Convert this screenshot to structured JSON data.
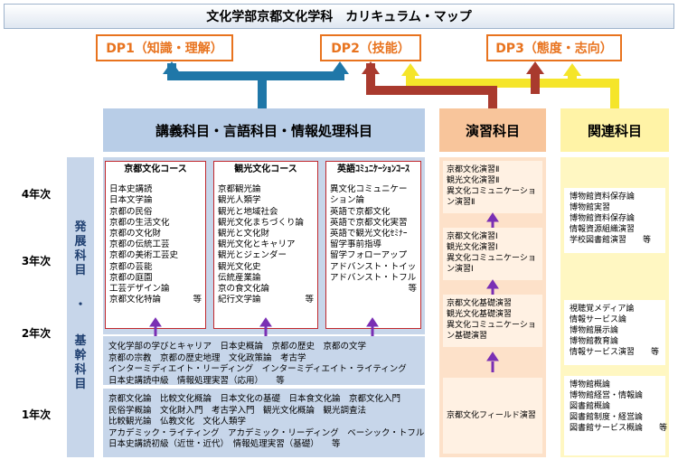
{
  "title": "文化学部京都文化学科　カリキュラム・マップ",
  "dp": [
    {
      "label": "DP1（知識・理解）"
    },
    {
      "label": "DP2（技能）"
    },
    {
      "label": "DP3（態度・志向）"
    }
  ],
  "categories": {
    "lecture": "講義科目・言語科目・情報処理科目",
    "exercise": "演習科目",
    "related": "関連科目"
  },
  "years": [
    "4年次",
    "3年次",
    "2年次",
    "1年次"
  ],
  "sidebar": {
    "upper": [
      "発",
      "展",
      "科",
      "目"
    ],
    "dot": "・",
    "lower": [
      "基",
      "幹",
      "科",
      "目"
    ]
  },
  "courses": [
    {
      "name": "京都文化コース",
      "items": [
        "日本史講読",
        "日本文学論",
        "京都の民俗",
        "京都の生活文化",
        "京都の文化財",
        "京都の伝統工芸",
        "京都の美術工芸史",
        "京都の芸能",
        "京都の庭園",
        "工芸デザイン論",
        "京都文化特論"
      ],
      "etc": "等"
    },
    {
      "name": "観光文化コース",
      "items": [
        "京都観光論",
        "観光人類学",
        "観光と地域社会",
        "観光文化まちづくり論",
        "観光と文化財",
        "観光文化とキャリア",
        "観光とジェンダー",
        "観光文化史",
        "伝統産業論",
        "京の食文化論",
        "紀行文学論"
      ],
      "etc": "等"
    },
    {
      "name": "英語ｺﾐｭﾆｹｰｼｮﾝｺｰｽ",
      "items": [
        "異文化コミュニケー",
        "ション論",
        "英語で京都文化",
        "英語で京都文化実習",
        "英語で観光文化ｾﾐﾅｰ",
        "留学事前指導",
        "留学フォローアップ",
        "アドバンスト・トイック",
        "アドバンスト・トフル"
      ],
      "etc": "等"
    }
  ],
  "common2": [
    "文化学部の学びとキャリア　日本史概論　京都の歴史　京都の文学",
    "京都の宗教　京都の歴史地理　文化政策論　考古学",
    "インターミディエイト・リーディング　インターミディエイト・ライティング",
    "日本史講読中級　情報処理実習（応用）　　等"
  ],
  "common1": [
    "京都文化論　比較文化概論　日本文化の基礎　日本食文化論　京都文化入門",
    "民俗学概論　文化財入門　考古学入門　観光文化概論　観光調査法",
    "比較観光論　仏教文化　文化人類学",
    "アカデミック・ライティング　アカデミック・リーディング　ベーシック・トフル",
    "日本史講読初級（近世・近代）　情報処理実習（基礎）　　等"
  ],
  "exercise": {
    "y4": [
      "京都文化演習Ⅱ",
      "観光文化演習Ⅱ",
      "異文化コミュニケーショ",
      "ン演習Ⅱ"
    ],
    "y3": [
      "京都文化演習Ⅰ",
      "観光文化演習Ⅰ",
      "異文化コミュニケーショ",
      "ン演習Ⅰ"
    ],
    "y2": [
      "京都文化基礎演習",
      "観光文化基礎演習",
      "異文化コミュニケーショ",
      "ン基礎演習"
    ],
    "y1": [
      "京都文化フィールド演習"
    ]
  },
  "related": {
    "y34": [
      "博物館資料保存論",
      "博物館実習",
      "博物館資料保存論",
      "情報資源組織演習",
      "学校図書館演習　　等"
    ],
    "y2": [
      "視聴覚メディア論",
      "情報サービス論",
      "博物館展示論",
      "博物館教育論",
      "情報サービス演習　　等"
    ],
    "y1": [
      "博物館概論",
      "博物館経営・情報論",
      "図書館概論",
      "図書館制度・経営論",
      "図書館サービス概論",
      "等"
    ]
  },
  "colors": {
    "dp_orange": "#e8731e",
    "arrow_blue": "#1f77a8",
    "arrow_red": "#a93a2e",
    "arrow_yellow": "#f5e52a",
    "up_purple": "#7a2fb4"
  }
}
